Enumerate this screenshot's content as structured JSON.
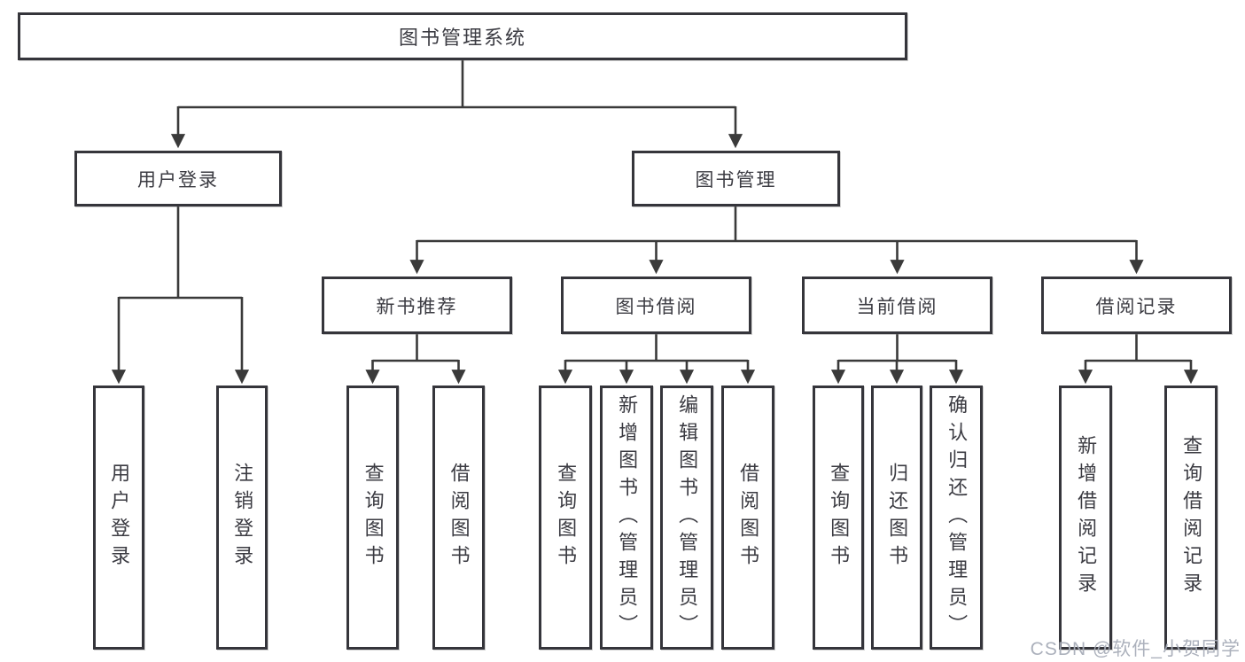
{
  "diagram": {
    "root": {
      "label": "图书管理系统"
    },
    "branches": [
      {
        "label": "用户登录",
        "children": [
          {
            "label": "用户登录"
          },
          {
            "label": "注销登录"
          }
        ]
      },
      {
        "label": "图书管理",
        "children": [
          {
            "label": "新书推荐",
            "children": [
              {
                "label": "查询图书"
              },
              {
                "label": "借阅图书"
              }
            ]
          },
          {
            "label": "图书借阅",
            "children": [
              {
                "label": "查询图书"
              },
              {
                "label": "新增图书（管理员）"
              },
              {
                "label": "编辑图书（管理员）"
              },
              {
                "label": "借阅图书"
              }
            ]
          },
          {
            "label": "当前借阅",
            "children": [
              {
                "label": "查询图书"
              },
              {
                "label": "归还图书"
              },
              {
                "label": "确认归还（管理员）"
              }
            ]
          },
          {
            "label": "借阅记录",
            "children": [
              {
                "label": "新增借阅记录"
              },
              {
                "label": "查询借阅记录"
              }
            ]
          }
        ]
      }
    ]
  },
  "watermark": {
    "text": "CSDN @软件_小贺同学"
  },
  "colors": {
    "line": "#3a3a3a",
    "box_border": "#35353b",
    "box_fill": "#ffffff",
    "text": "#3b3b42",
    "watermark": "#a8adb8",
    "background": "#ffffff"
  }
}
